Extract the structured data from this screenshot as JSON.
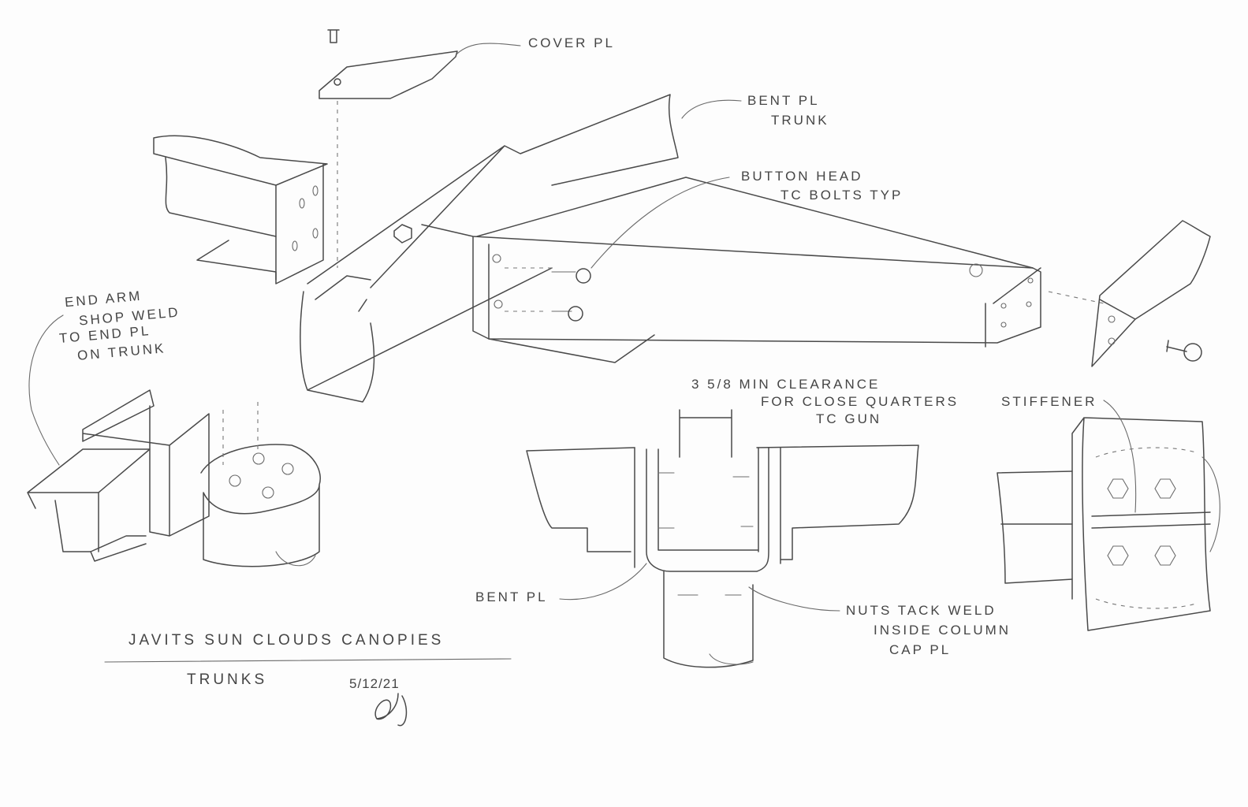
{
  "labels": {
    "cover_pl": "COVER PL",
    "bent_pl_trunk": [
      "BENT PL",
      "TRUNK"
    ],
    "button_head": [
      "BUTTON HEAD",
      "TC BOLTS TYP"
    ],
    "end_arm": [
      "END ARM",
      "SHOP WELD",
      "TO END PL",
      "ON TRUNK"
    ],
    "clearance": [
      "3 5/8 MIN CLEARANCE",
      "FOR CLOSE QUARTERS",
      "TC GUN"
    ],
    "stiffener": "STIFFENER",
    "bent_pl": "BENT PL",
    "nuts": [
      "NUTS TACK WELD",
      "INSIDE COLUMN",
      "CAP PL"
    ]
  },
  "title_block": {
    "project": "JAVITS SUN CLOUDS CANOPIES",
    "subject": "TRUNKS",
    "date": "5/12/21",
    "signature": "AJ"
  }
}
